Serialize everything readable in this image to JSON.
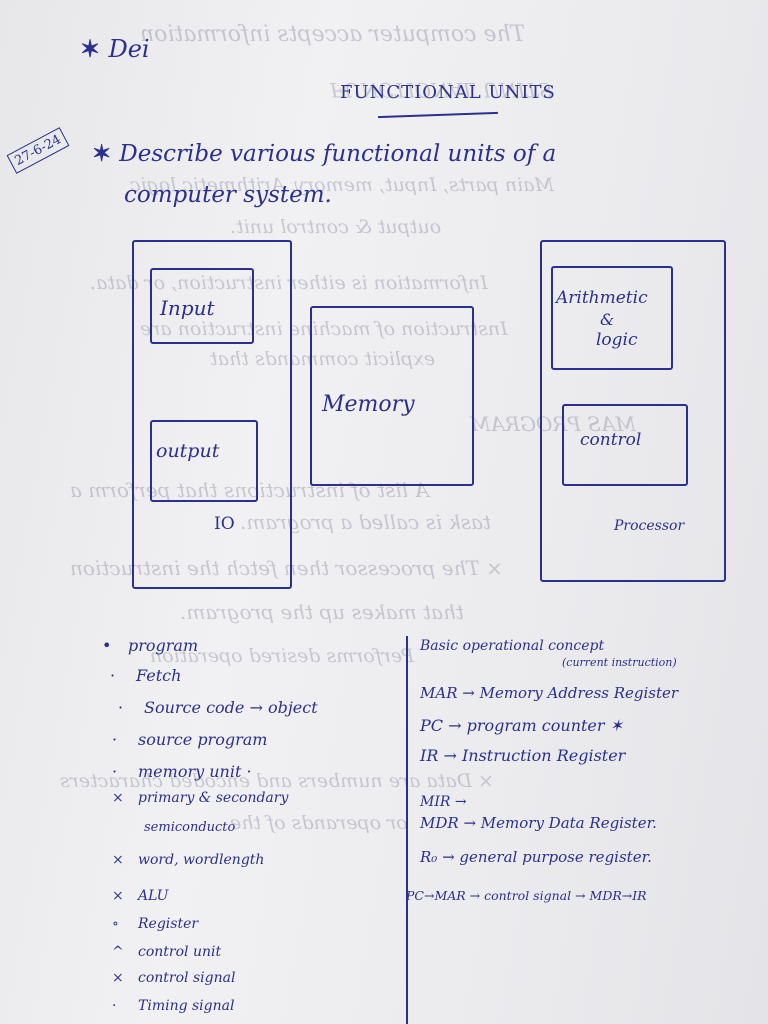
{
  "header_line": "Dei",
  "heading_title": "FUNCTIONAL UNITS",
  "date_stamp": "27-6-24",
  "question_line1": "Describe various functional units of a",
  "question_line2": "computer system.",
  "diagram": {
    "input": "Input",
    "output": "output",
    "io": "IO",
    "memory": "Memory",
    "alu_line1": "Arithmetic",
    "alu_line2": "&",
    "alu_line3": "logic",
    "control": "control",
    "processor": "Processor"
  },
  "left_list": [
    {
      "bullet": "•",
      "text": "program"
    },
    {
      "bullet": "·",
      "text": "Fetch"
    },
    {
      "bullet": "·",
      "text": "Source code → object"
    },
    {
      "bullet": "·",
      "text": "source program"
    },
    {
      "bullet": "·",
      "text": "memory unit ·"
    },
    {
      "bullet": "×",
      "text": "primary & secondary"
    },
    {
      "bullet": "",
      "text": "semiconducto"
    },
    {
      "bullet": "×",
      "text": "word, wordlength"
    },
    {
      "bullet": "×",
      "text": "ALU"
    },
    {
      "bullet": "∘",
      "text": "Register"
    },
    {
      "bullet": "^",
      "text": "control unit"
    },
    {
      "bullet": "×",
      "text": "control signal"
    },
    {
      "bullet": "·",
      "text": "Timing signal"
    }
  ],
  "right_list": {
    "title": "Basic operational concept",
    "subtitle": "(current instruction)",
    "items": [
      "MAR → Memory Address Register",
      "PC → program counter ✶",
      "IR → Instruction Register",
      "MIR →",
      "MDR → Memory Data Register.",
      "R₀ → general purpose register.",
      "PC→MAR → control signal → MDR→IR"
    ]
  }
}
